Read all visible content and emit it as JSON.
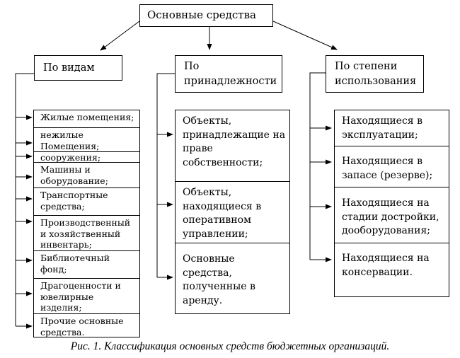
{
  "figure": {
    "title": "Основные средства",
    "caption": "Рис. 1. Классификация основных средств бюджетных организаций."
  },
  "branches": [
    {
      "header": "По видам",
      "items": [
        "Жилые помещения;",
        "нежилые\nПомещения;",
        "сооружения;",
        "Машины и\nоборудование;",
        "Транспортные\nсредства;",
        "Производственный\nи хозяйственный\nинвентарь;",
        "Библиотечный\nфонд;",
        "Драгоценности и\nювелирные\nизделия;",
        "Прочие основные\nсредства."
      ]
    },
    {
      "header": "По\nпринадлежности",
      "items": [
        "Объекты,\nпринадлежащие на\nправе\nсобственности;",
        "Объекты,\nнаходящиеся в\nоперативном\nуправлении;",
        "Основные средства,\nполученные в\nаренду."
      ]
    },
    {
      "header": "По степени\nиспользования",
      "items": [
        "Находящиеся в\nэксплуатации;",
        "Находящиеся в\nзапасе (резерве);",
        "Находящиеся на\nстадии достройки,\nдооборудования;",
        "Находящиеся на\nконсервации."
      ]
    }
  ],
  "colors": {
    "line": "#000000",
    "background": "#ffffff"
  }
}
